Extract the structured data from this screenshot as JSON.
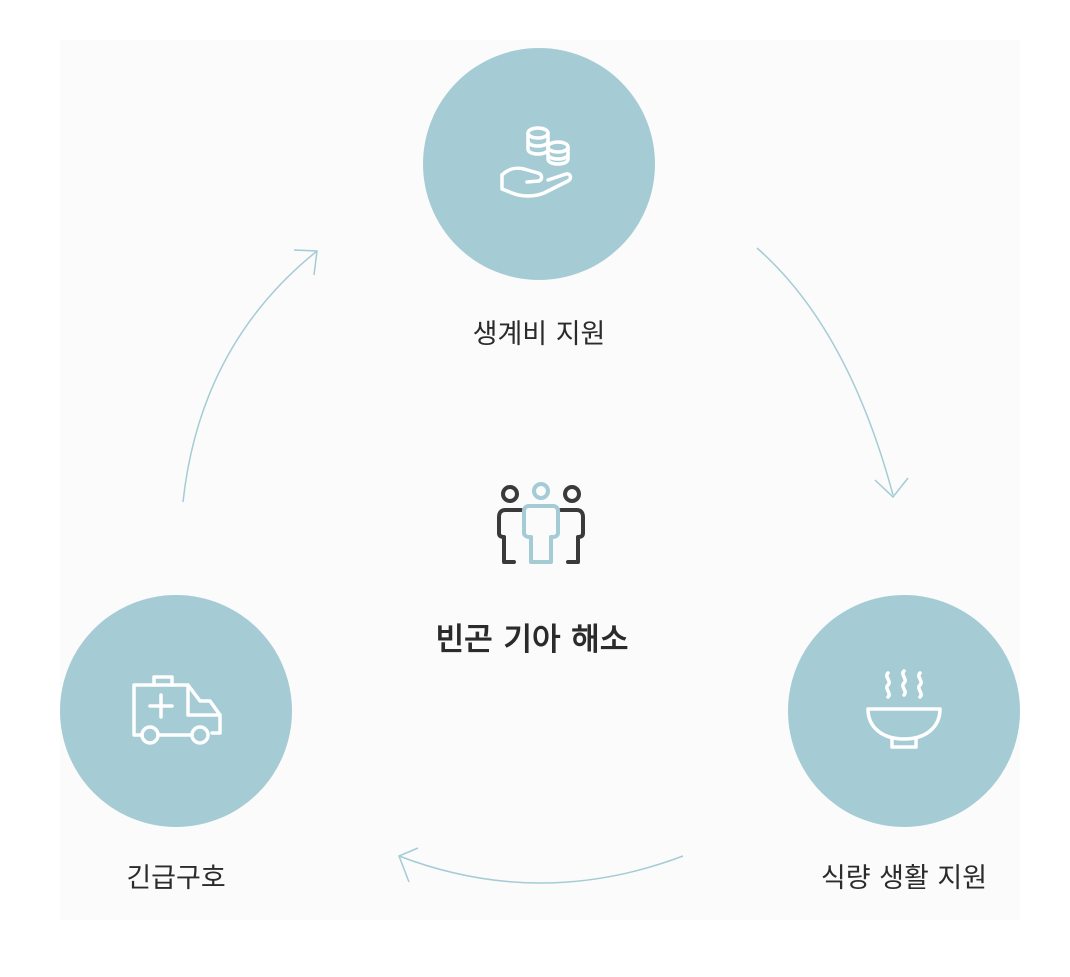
{
  "colors": {
    "accent": "#a5ccd5",
    "dark": "#3a3a3a",
    "background": "#fbfbfb"
  },
  "center": {
    "icon": "people-group-icon",
    "title": "빈곤 기아 해소"
  },
  "cycle": [
    {
      "icon": "hand-coins-icon",
      "label": "생계비 지원"
    },
    {
      "icon": "soup-bowl-icon",
      "label": "식량 생활 지원"
    },
    {
      "icon": "ambulance-icon",
      "label": "긴급구호"
    }
  ],
  "flow": [
    "생계비 지원",
    "식량 생활 지원",
    "긴급구호"
  ]
}
